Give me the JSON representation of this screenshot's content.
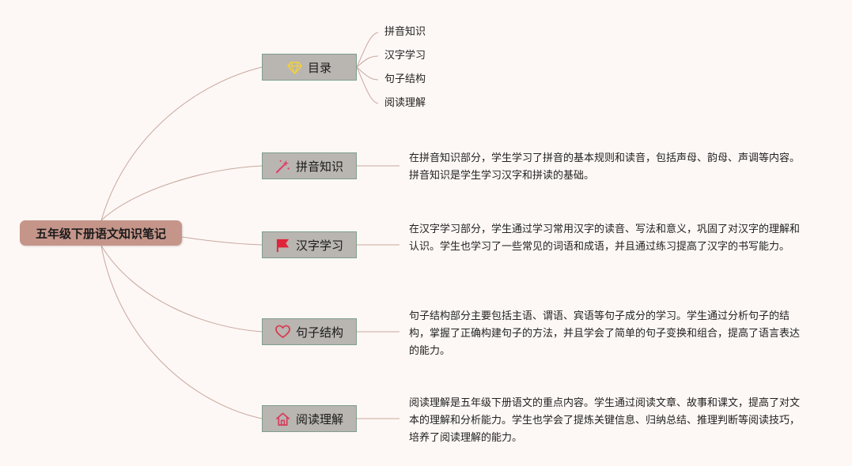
{
  "root": {
    "title": "五年级下册语文知识笔记"
  },
  "branches": [
    {
      "label": "目录",
      "icon": "diamond-icon"
    },
    {
      "label": "拼音知识",
      "icon": "magic-wand-icon",
      "description": "在拼音知识部分，学生学习了拼音的基本规则和读音，包括声母、韵母、声调等内容。拼音知识是学生学习汉字和拼读的基础。"
    },
    {
      "label": "汉字学习",
      "icon": "flag-icon",
      "description": "在汉字学习部分，学生通过学习常用汉字的读音、写法和意义，巩固了对汉字的理解和认识。学生也学习了一些常见的词语和成语，并且通过练习提高了汉字的书写能力。"
    },
    {
      "label": "句子结构",
      "icon": "heart-icon",
      "description": "句子结构部分主要包括主语、谓语、宾语等句子成分的学习。学生通过分析句子的结构，掌握了正确构建句子的方法，并且学会了简单的句子变换和组合，提高了语言表达的能力。"
    },
    {
      "label": "阅读理解",
      "icon": "home-icon",
      "description": "阅读理解是五年级下册语文的重点内容。学生通过阅读文章、故事和课文，提高了对文本的理解和分析能力。学生也学会了提炼关键信息、归纳总结、推理判断等阅读技巧，培养了阅读理解的能力。"
    }
  ],
  "toc_items": [
    "拼音知识",
    "汉字学习",
    "句子结构",
    "阅读理解"
  ],
  "colors": {
    "root_fill": "#c5958a",
    "node_fill": "#b9b5b0",
    "node_border": "#7f9e90",
    "connector": "#c9a79f",
    "icon_diamond": "#f2d13a",
    "icon_wand": "#e0406a",
    "icon_flag": "#e0253a",
    "icon_heart": "#d9384f",
    "icon_home": "#d83b5c"
  }
}
